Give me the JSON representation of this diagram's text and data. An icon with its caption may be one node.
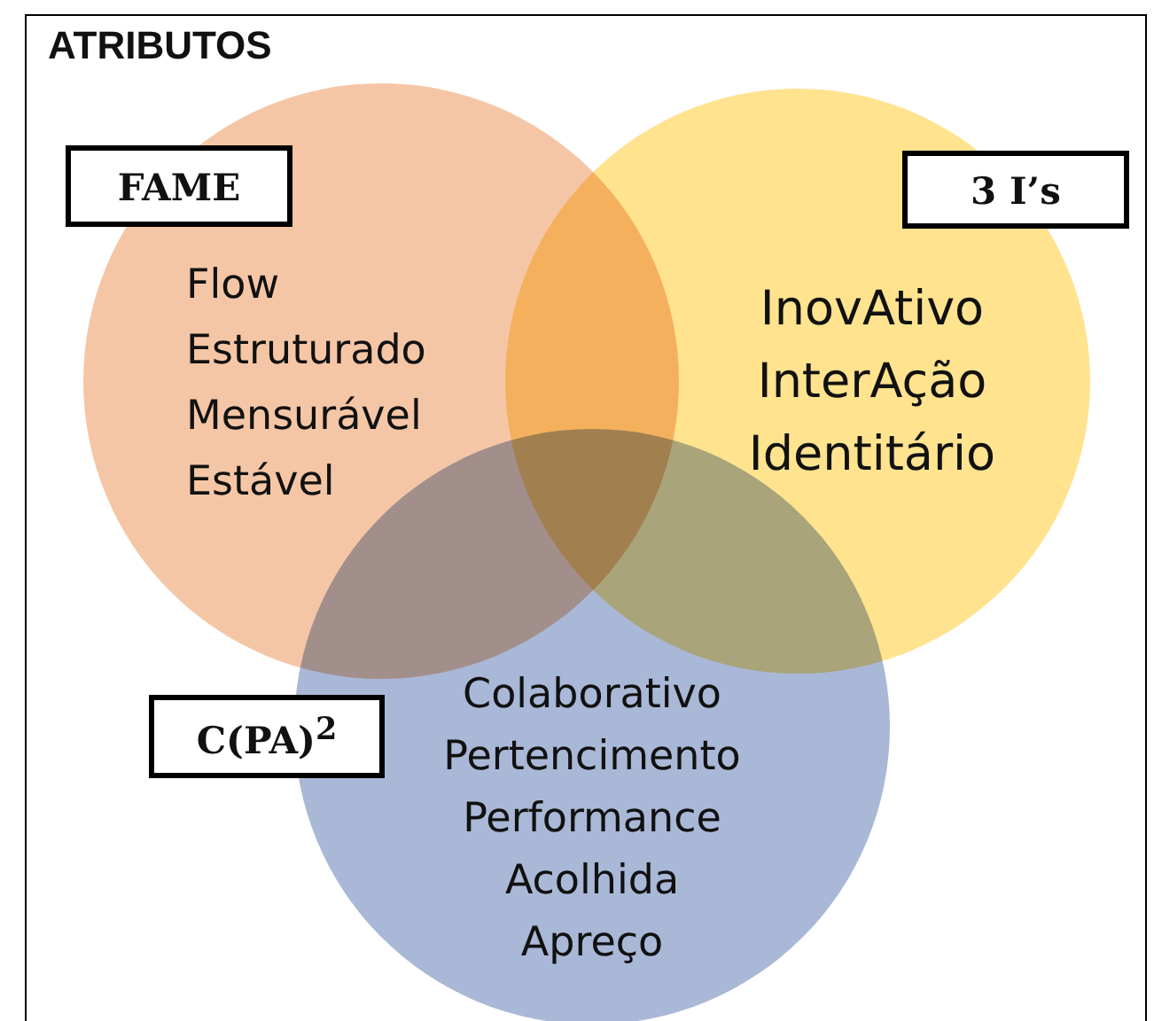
{
  "diagram": {
    "title": "ATRIBUTOS",
    "nodes": [
      {
        "text": [
          "Flow",
          "Estruturado",
          "Mensurável",
          "Estável"
        ]
      },
      {
        "text": [
          "InovAtivo",
          "InterAção",
          "Identitário"
        ]
      },
      {
        "text": [
          "Colaborativo",
          "Pertencimento",
          "Performance",
          "Acolhida",
          "Apreço"
        ]
      },
      {
        "text": [
          "FAME"
        ]
      },
      {
        "text": [
          "3 I’s"
        ]
      },
      {
        "text": [
          "C(PA)$^{2}$"
        ]
      }
    ]
  }
}
